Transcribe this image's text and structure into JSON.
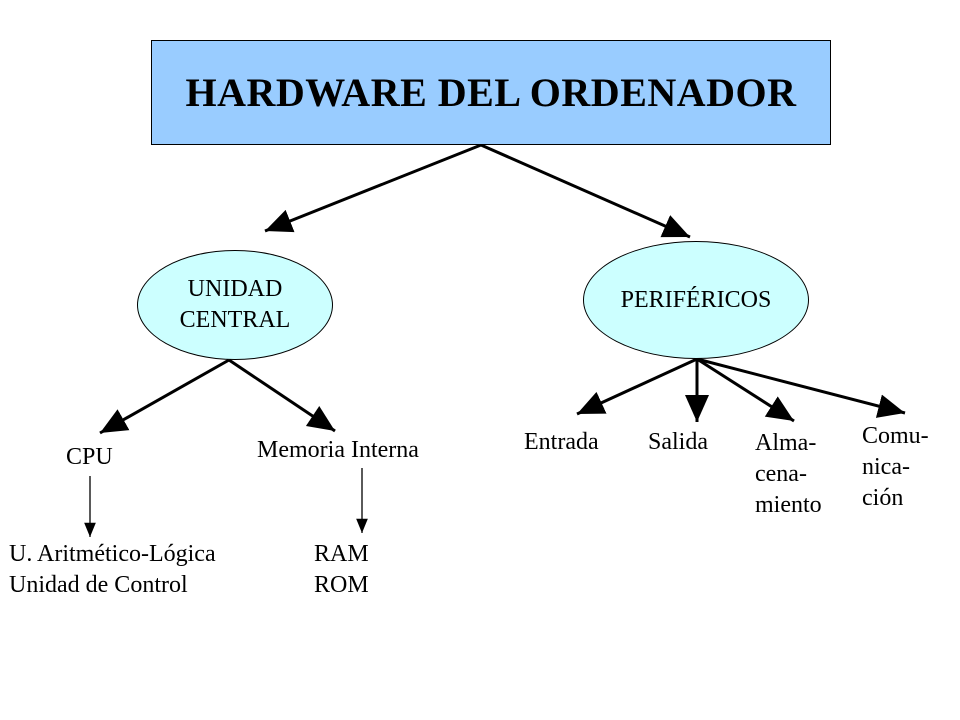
{
  "title": "HARDWARE DEL ORDENADOR",
  "colors": {
    "title_fill": "#99ccff",
    "oval_fill": "#ccffff",
    "lines": "#000000"
  },
  "nodes": {
    "unidad_central": "UNIDAD\nCENTRAL",
    "perifericos": "PERIFÉRICOS",
    "cpu": "CPU",
    "memoria_interna": "Memoria Interna",
    "cpu_parts": "U. Aritmético-Lógica\nUnidad de Control",
    "memory_parts": "RAM\nROM",
    "entrada": "Entrada",
    "salida": "Salida",
    "almacenamiento": "Alma-\ncena-\nmiento",
    "comunicacion": "Comu-\nnica-\nción"
  }
}
